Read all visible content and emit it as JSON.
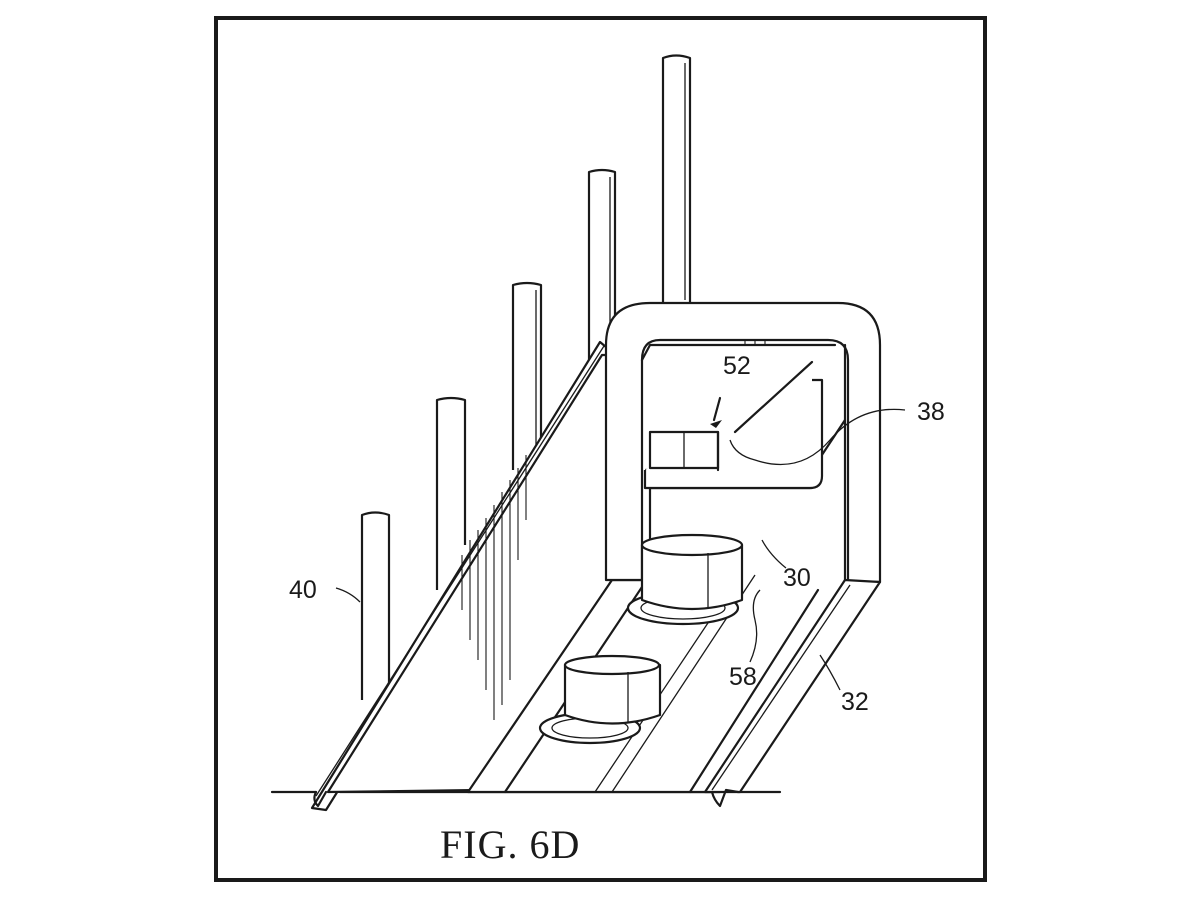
{
  "figure": {
    "caption": "FIG. 6D",
    "reference_labels": {
      "ref_30": "30",
      "ref_32": "32",
      "ref_38": "38",
      "ref_40": "40",
      "ref_52": "52",
      "ref_58": "58"
    }
  },
  "colors": {
    "ink": "#1a1a1a",
    "paper": "#ffffff"
  }
}
